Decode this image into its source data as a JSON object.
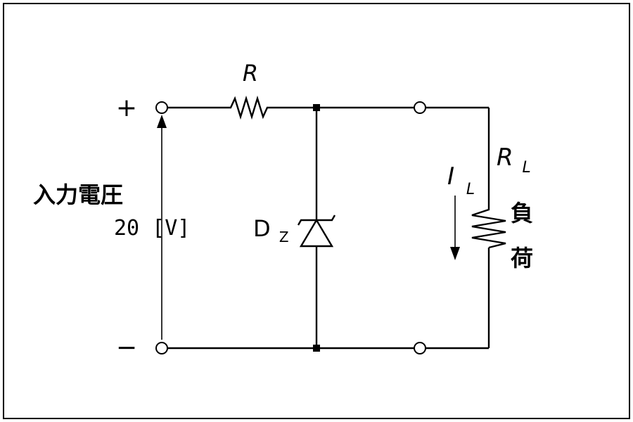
{
  "diagram": {
    "labels": {
      "plus": "+",
      "minus": "−",
      "input_voltage": "入力電圧",
      "voltage_value": "20 [V]",
      "resistor": "R",
      "zener_main": "D",
      "zener_sub": "Z",
      "load_resistor_main": "R",
      "load_resistor_sub": "L",
      "load_current_main": "I",
      "load_current_sub": "L",
      "load_char1": "負",
      "load_char2": "荷"
    }
  }
}
